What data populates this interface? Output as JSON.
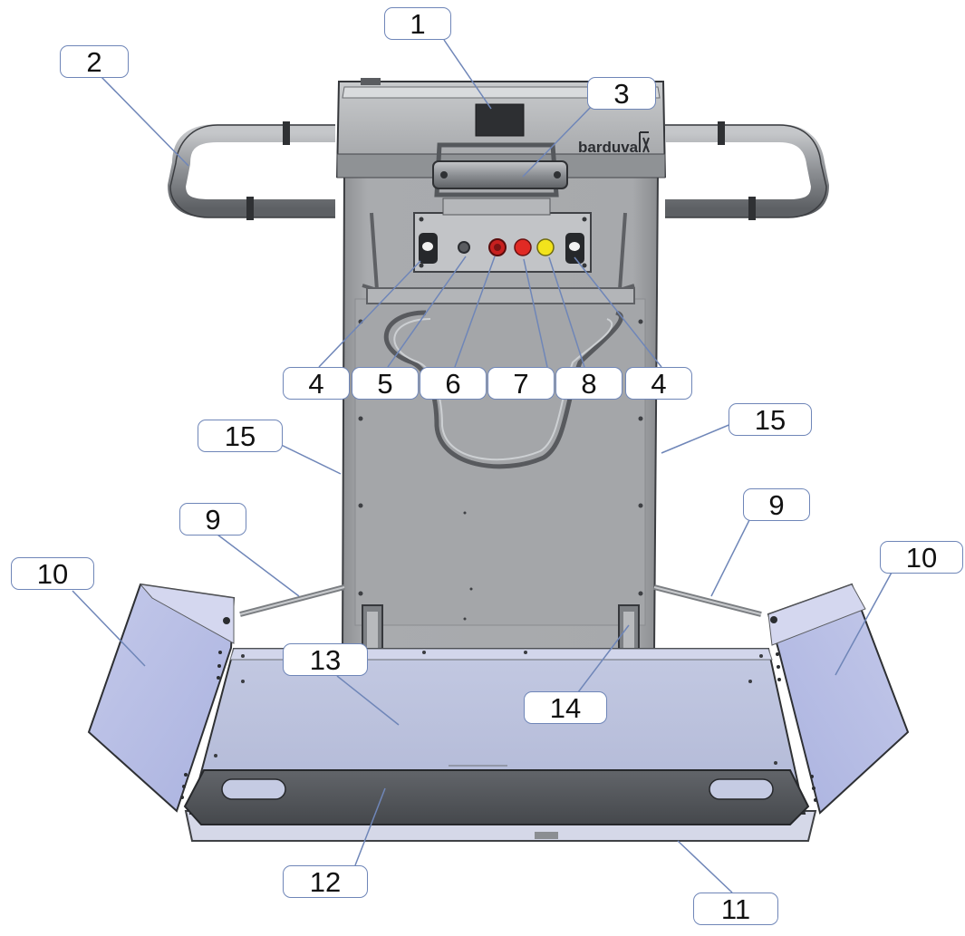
{
  "brand": "barduva",
  "callouts": {
    "c1": "1",
    "c2": "2",
    "c3": "3",
    "c4a": "4",
    "c5": "5",
    "c6": "6",
    "c7": "7",
    "c8": "8",
    "c4b": "4",
    "c15a": "15",
    "c15b": "15",
    "c9a": "9",
    "c9b": "9",
    "c10a": "10",
    "c10b": "10",
    "c13": "13",
    "c14": "14",
    "c12": "12",
    "c11": "11"
  },
  "colors": {
    "callout_border": "#6f86b8",
    "leader_line": "#6f86b8",
    "machine_body": "#a9abad",
    "side_flap": "#b9bfe4",
    "platform": "#b9c0dd",
    "bumper": "#55585c",
    "button_red": "#d42020",
    "button_yellow": "#f0e21a"
  }
}
